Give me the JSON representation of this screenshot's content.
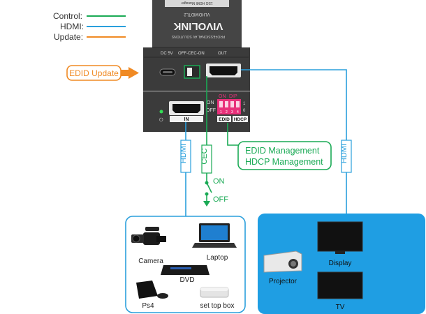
{
  "legend": {
    "control": {
      "label": "Control:",
      "color": "#1aaa55"
    },
    "hdmi": {
      "label": "HDMI:",
      "color": "#2a9fdc"
    },
    "update": {
      "label": "Update:",
      "color": "#f08a24"
    }
  },
  "device": {
    "brand": "VIVOLINK",
    "tagline": "PROFESSIONAL AV SOLUTIONS",
    "model": "VLHDMIDTL2",
    "label_top": "1SG HDMI Manager",
    "port_labels": {
      "power": "DC 5V",
      "switch": "OFF-CEC-ON",
      "out": "OUT",
      "in": "IN"
    },
    "dip": {
      "on_label": "ON",
      "dip_label": "DIP",
      "numbers": [
        "1",
        "2",
        "3",
        "4"
      ],
      "side_on": "ON",
      "side_off": "OFF",
      "one": "1",
      "zero": "0",
      "edid": "EDID",
      "hdcp": "HDCP",
      "color": "#e8307a"
    }
  },
  "callouts": {
    "edid_update": "EDID Update",
    "dip_mgmt": [
      "EDID Management",
      "HDCP Management"
    ]
  },
  "cables": {
    "hdmi_in": "HDMI",
    "cec": "CEC",
    "hdmi_out": "HDMI"
  },
  "switch_states": {
    "on": "ON",
    "off": "OFF"
  },
  "sources": [
    "Camera",
    "Laptop",
    "DVD",
    "Ps4",
    "set top box"
  ],
  "displays": [
    "Projector",
    "Display",
    "TV"
  ],
  "colors": {
    "panel_blue": "#1f9ee3",
    "device_body": "#3a3a3a"
  }
}
